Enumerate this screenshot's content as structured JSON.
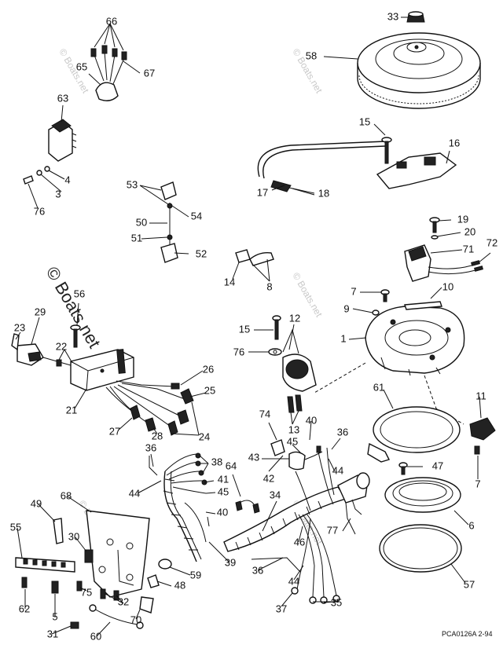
{
  "figure_code": "PCA0126A   2-94",
  "watermark": "© Boats.net",
  "callouts": [
    {
      "id": "c1",
      "text": "1"
    },
    {
      "id": "c3",
      "text": "3"
    },
    {
      "id": "c4",
      "text": "4"
    },
    {
      "id": "c5",
      "text": "5"
    },
    {
      "id": "c6",
      "text": "6"
    },
    {
      "id": "c7a",
      "text": "7"
    },
    {
      "id": "c7b",
      "text": "7"
    },
    {
      "id": "c8",
      "text": "8"
    },
    {
      "id": "c9",
      "text": "9"
    },
    {
      "id": "c10",
      "text": "10"
    },
    {
      "id": "c11",
      "text": "11"
    },
    {
      "id": "c12",
      "text": "12"
    },
    {
      "id": "c13",
      "text": "13"
    },
    {
      "id": "c14",
      "text": "14"
    },
    {
      "id": "c15a",
      "text": "15"
    },
    {
      "id": "c15b",
      "text": "15"
    },
    {
      "id": "c16",
      "text": "16"
    },
    {
      "id": "c17",
      "text": "17"
    },
    {
      "id": "c18",
      "text": "18"
    },
    {
      "id": "c19",
      "text": "19"
    },
    {
      "id": "c20",
      "text": "20"
    },
    {
      "id": "c21",
      "text": "21"
    },
    {
      "id": "c22",
      "text": "22"
    },
    {
      "id": "c23",
      "text": "23"
    },
    {
      "id": "c24",
      "text": "24"
    },
    {
      "id": "c25",
      "text": "25"
    },
    {
      "id": "c26",
      "text": "26"
    },
    {
      "id": "c27",
      "text": "27"
    },
    {
      "id": "c28",
      "text": "28"
    },
    {
      "id": "c29",
      "text": "29"
    },
    {
      "id": "c30",
      "text": "30"
    },
    {
      "id": "c31",
      "text": "31"
    },
    {
      "id": "c32",
      "text": "32"
    },
    {
      "id": "c33",
      "text": "33"
    },
    {
      "id": "c34",
      "text": "34"
    },
    {
      "id": "c35",
      "text": "35"
    },
    {
      "id": "c36a",
      "text": "36"
    },
    {
      "id": "c36b",
      "text": "36"
    },
    {
      "id": "c36c",
      "text": "36"
    },
    {
      "id": "c37",
      "text": "37"
    },
    {
      "id": "c38",
      "text": "38"
    },
    {
      "id": "c39",
      "text": "39"
    },
    {
      "id": "c40a",
      "text": "40"
    },
    {
      "id": "c40b",
      "text": "40"
    },
    {
      "id": "c41",
      "text": "41"
    },
    {
      "id": "c42",
      "text": "42"
    },
    {
      "id": "c43",
      "text": "43"
    },
    {
      "id": "c44a",
      "text": "44"
    },
    {
      "id": "c44b",
      "text": "44"
    },
    {
      "id": "c44c",
      "text": "44"
    },
    {
      "id": "c45a",
      "text": "45"
    },
    {
      "id": "c45b",
      "text": "45"
    },
    {
      "id": "c46",
      "text": "46"
    },
    {
      "id": "c47",
      "text": "47"
    },
    {
      "id": "c48",
      "text": "48"
    },
    {
      "id": "c49",
      "text": "49"
    },
    {
      "id": "c50",
      "text": "50"
    },
    {
      "id": "c51",
      "text": "51"
    },
    {
      "id": "c52",
      "text": "52"
    },
    {
      "id": "c53",
      "text": "53"
    },
    {
      "id": "c54",
      "text": "54"
    },
    {
      "id": "c55",
      "text": "55"
    },
    {
      "id": "c56",
      "text": "56"
    },
    {
      "id": "c57",
      "text": "57"
    },
    {
      "id": "c58",
      "text": "58"
    },
    {
      "id": "c59",
      "text": "59"
    },
    {
      "id": "c60",
      "text": "60"
    },
    {
      "id": "c61",
      "text": "61"
    },
    {
      "id": "c62",
      "text": "62"
    },
    {
      "id": "c63",
      "text": "63"
    },
    {
      "id": "c64",
      "text": "64"
    },
    {
      "id": "c65",
      "text": "65"
    },
    {
      "id": "c66",
      "text": "66"
    },
    {
      "id": "c67",
      "text": "67"
    },
    {
      "id": "c68",
      "text": "68"
    },
    {
      "id": "c70",
      "text": "70"
    },
    {
      "id": "c71",
      "text": "71"
    },
    {
      "id": "c72",
      "text": "72"
    },
    {
      "id": "c74",
      "text": "74"
    },
    {
      "id": "c75",
      "text": "75"
    },
    {
      "id": "c76a",
      "text": "76"
    },
    {
      "id": "c76b",
      "text": "76"
    },
    {
      "id": "c77",
      "text": "77"
    }
  ]
}
